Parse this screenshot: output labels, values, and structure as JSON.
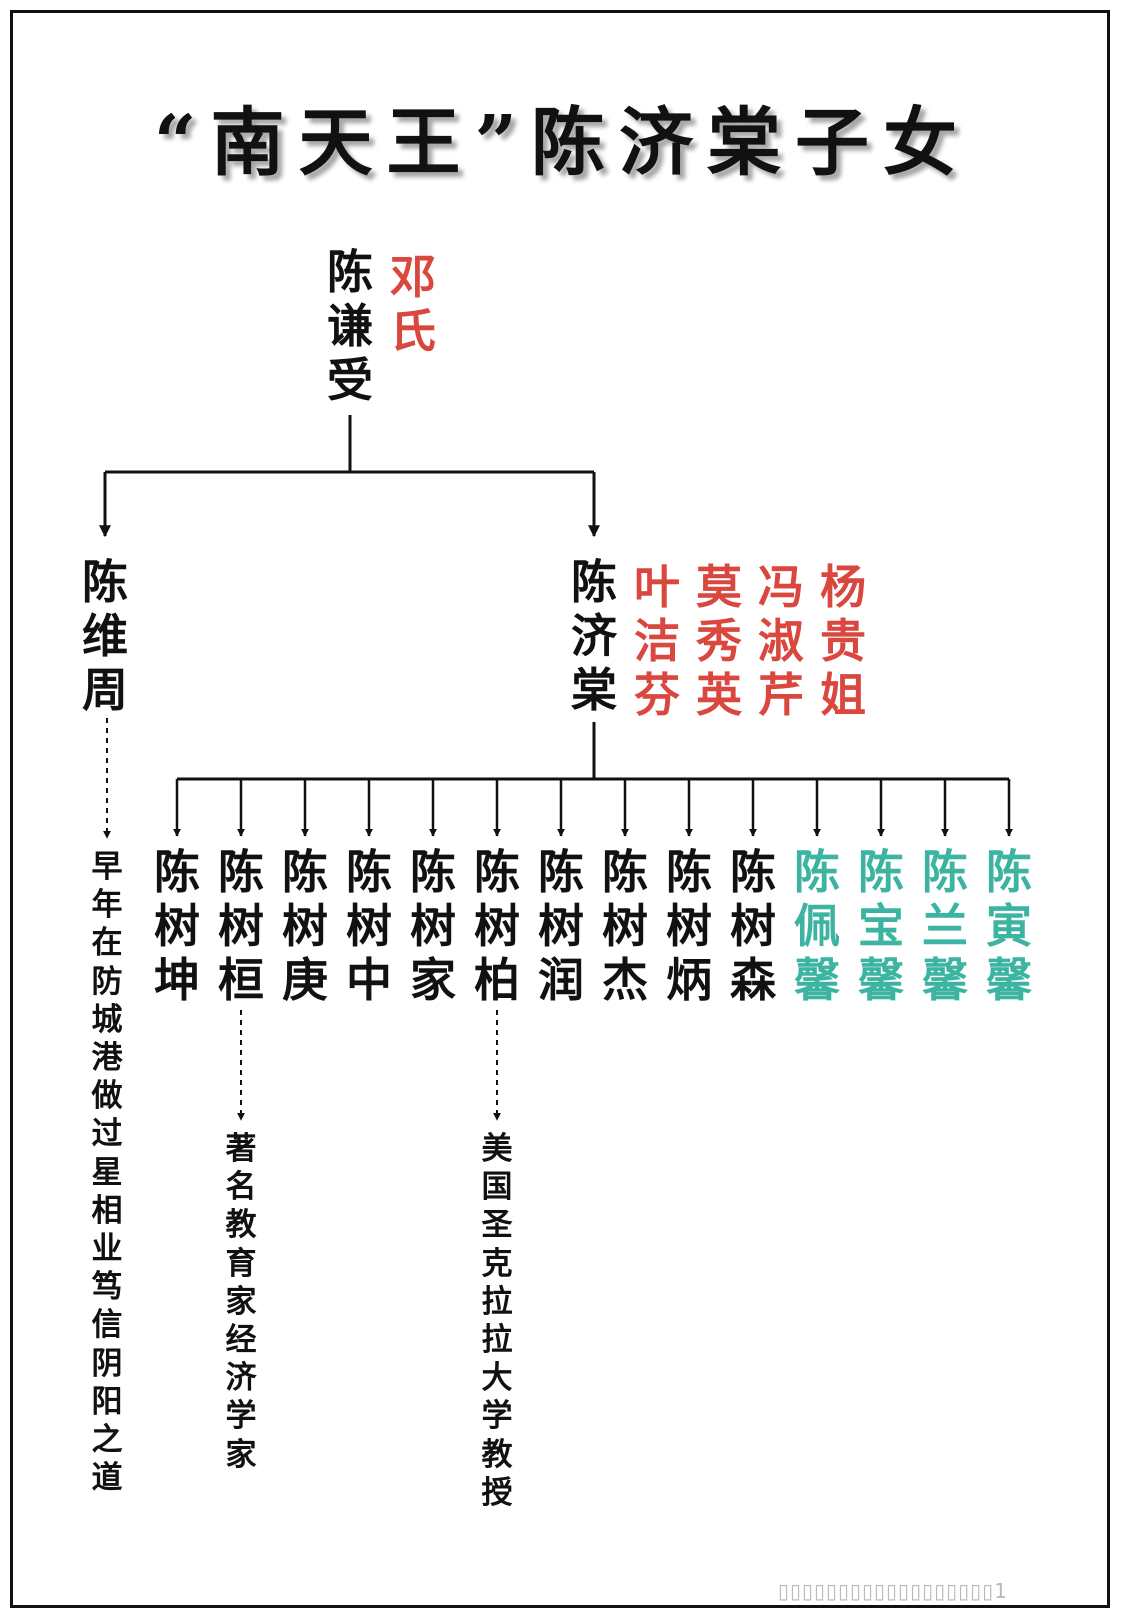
{
  "title": "“南天王”陈济棠子女",
  "parents": {
    "father": "陈谦受",
    "mother": "邓氏"
  },
  "sons_of_parents": {
    "left": "陈维周",
    "left_note": "早年在防城港做过星相业笃信阴阳之道",
    "right": "陈济棠",
    "wives": [
      "叶洁芬",
      "莫秀英",
      "冯淑芹",
      "杨贵姐"
    ]
  },
  "children": [
    {
      "name": "陈树坤",
      "gender": "son"
    },
    {
      "name": "陈树桓",
      "gender": "son",
      "note": "著名教育家经济学家"
    },
    {
      "name": "陈树庚",
      "gender": "son"
    },
    {
      "name": "陈树中",
      "gender": "son"
    },
    {
      "name": "陈树家",
      "gender": "son"
    },
    {
      "name": "陈树柏",
      "gender": "son",
      "note": "美国圣克拉拉大学教授"
    },
    {
      "name": "陈树润",
      "gender": "son"
    },
    {
      "name": "陈树杰",
      "gender": "son"
    },
    {
      "name": "陈树炳",
      "gender": "son"
    },
    {
      "name": "陈树森",
      "gender": "son"
    },
    {
      "name": "陈佩馨",
      "gender": "daughter"
    },
    {
      "name": "陈宝馨",
      "gender": "daughter"
    },
    {
      "name": "陈兰馨",
      "gender": "daughter"
    },
    {
      "name": "陈寅馨",
      "gender": "daughter"
    }
  ],
  "colors": {
    "line": "#111111",
    "wife": "#d9473e",
    "daughter": "#3db3a2"
  },
  "watermark": "▯▯▯▯▯▯▯▯▯▯▯▯▯▯▯▯▯▯1"
}
